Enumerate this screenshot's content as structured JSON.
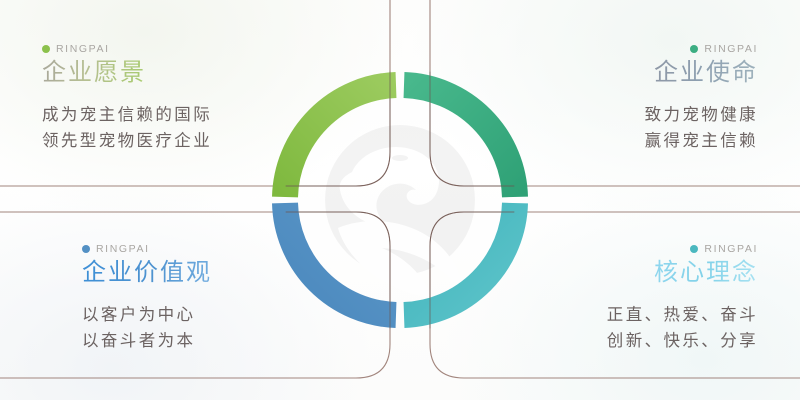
{
  "brand": "RINGPAI",
  "palette": {
    "green": "#8cc14c",
    "green_teal": "#3cae82",
    "blue": "#5390c4",
    "cyan": "#4bb8bf",
    "frame_line": "#9a7b73",
    "body_text": "#6c6362",
    "kicker_text": "#a9a6a2",
    "watermark": "#e2e3e3"
  },
  "quadrants": [
    {
      "id": "vision",
      "brand": "RINGPAI",
      "title": "企业愿景",
      "dot_color": "#8cc14c",
      "lines": [
        "成为宠主信赖的国际",
        "领先型宠物医疗企业"
      ]
    },
    {
      "id": "mission",
      "brand": "RINGPAI",
      "title": "企业使命",
      "dot_color": "#3cae82",
      "lines": [
        "致力宠物健康",
        "赢得宠主信赖"
      ]
    },
    {
      "id": "values",
      "brand": "RINGPAI",
      "title": "企业价值观",
      "dot_color": "#5390c4",
      "lines": [
        "以客户为中心",
        "以奋斗者为本"
      ]
    },
    {
      "id": "core",
      "brand": "RINGPAI",
      "title": "核心理念",
      "dot_color": "#4bb8bf",
      "lines": [
        "正直、热爱、奋斗",
        "创新、快乐、分享"
      ]
    }
  ],
  "ring": {
    "segments": [
      {
        "name": "vision-arc",
        "color": "#8cc14c",
        "position": "top-left"
      },
      {
        "name": "mission-arc",
        "color": "#3cae82",
        "position": "top-right"
      },
      {
        "name": "values-arc",
        "color": "#5390c4",
        "position": "bottom-left"
      },
      {
        "name": "core-arc",
        "color": "#4bb8bf",
        "position": "bottom-right"
      }
    ]
  }
}
